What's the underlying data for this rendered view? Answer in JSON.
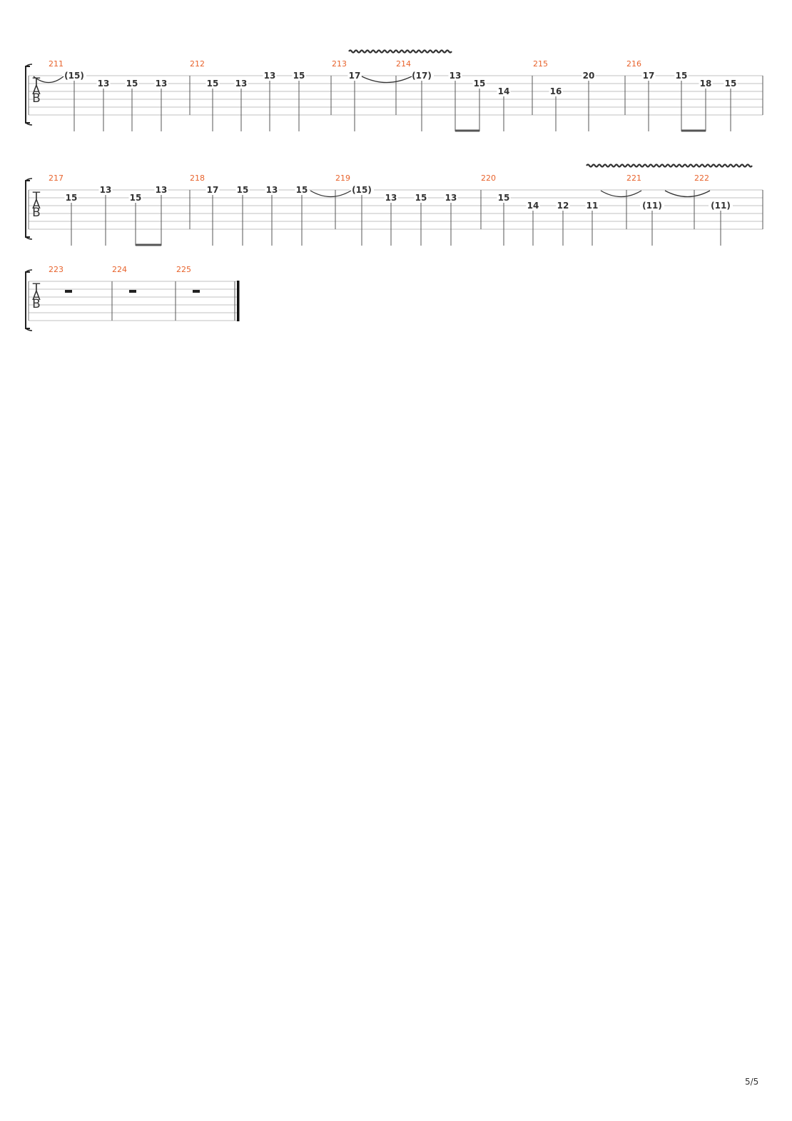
{
  "notation": "TAB",
  "clef_letters": [
    "T",
    "A",
    "B"
  ],
  "page": {
    "number": "5/5"
  },
  "systems": [
    {
      "measures": [
        "211",
        "212",
        "213",
        "214",
        "215",
        "216"
      ],
      "notes": [
        {
          "fret": "(15)",
          "string": 1
        },
        {
          "fret": "13",
          "string": 2
        },
        {
          "fret": "15",
          "string": 2
        },
        {
          "fret": "13",
          "string": 2
        },
        {
          "fret": "15",
          "string": 2
        },
        {
          "fret": "13",
          "string": 2
        },
        {
          "fret": "13",
          "string": 1
        },
        {
          "fret": "15",
          "string": 1
        },
        {
          "fret": "17",
          "string": 1
        },
        {
          "fret": "(17)",
          "string": 1
        },
        {
          "fret": "13",
          "string": 1
        },
        {
          "fret": "15",
          "string": 2
        },
        {
          "fret": "14",
          "string": 3
        },
        {
          "fret": "16",
          "string": 3
        },
        {
          "fret": "20",
          "string": 1
        },
        {
          "fret": "17",
          "string": 1
        },
        {
          "fret": "15",
          "string": 1
        },
        {
          "fret": "18",
          "string": 2
        },
        {
          "fret": "15",
          "string": 2
        }
      ]
    },
    {
      "measures": [
        "217",
        "218",
        "219",
        "220",
        "221",
        "222"
      ],
      "notes": [
        {
          "fret": "15",
          "string": 2
        },
        {
          "fret": "13",
          "string": 1
        },
        {
          "fret": "15",
          "string": 2
        },
        {
          "fret": "13",
          "string": 1
        },
        {
          "fret": "17",
          "string": 1
        },
        {
          "fret": "15",
          "string": 1
        },
        {
          "fret": "13",
          "string": 1
        },
        {
          "fret": "15",
          "string": 1
        },
        {
          "fret": "(15)",
          "string": 1
        },
        {
          "fret": "13",
          "string": 2
        },
        {
          "fret": "15",
          "string": 2
        },
        {
          "fret": "13",
          "string": 2
        },
        {
          "fret": "15",
          "string": 2
        },
        {
          "fret": "14",
          "string": 3
        },
        {
          "fret": "12",
          "string": 3
        },
        {
          "fret": "11",
          "string": 3
        },
        {
          "fret": "(11)",
          "string": 3
        },
        {
          "fret": "(11)",
          "string": 3
        }
      ]
    },
    {
      "measures": [
        "223",
        "224",
        "225"
      ],
      "rests": 3
    }
  ]
}
